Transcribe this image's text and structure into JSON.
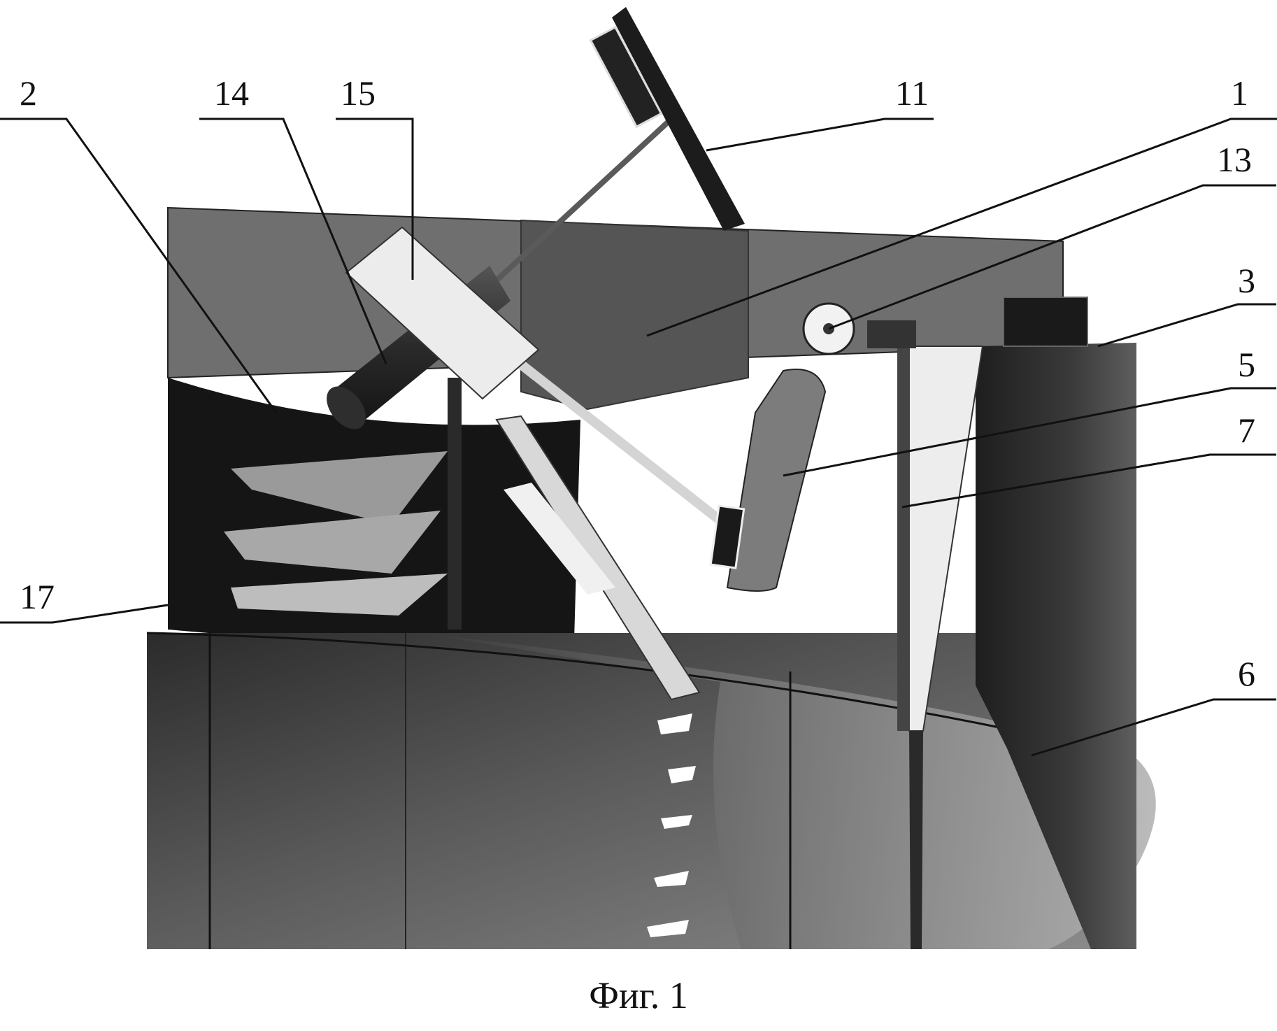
{
  "figure": {
    "caption": "Фиг. 1",
    "labels": {
      "l2": "2",
      "l14": "14",
      "l15": "15",
      "l11": "11",
      "l1": "1",
      "l13": "13",
      "l3": "3",
      "l5": "5",
      "l7": "7",
      "l17": "17",
      "l6": "6"
    }
  },
  "colors": {
    "background": "#ffffff",
    "housing": "#6f6f6f",
    "dark": "#1a1a1a",
    "light_part": "#ececec"
  }
}
